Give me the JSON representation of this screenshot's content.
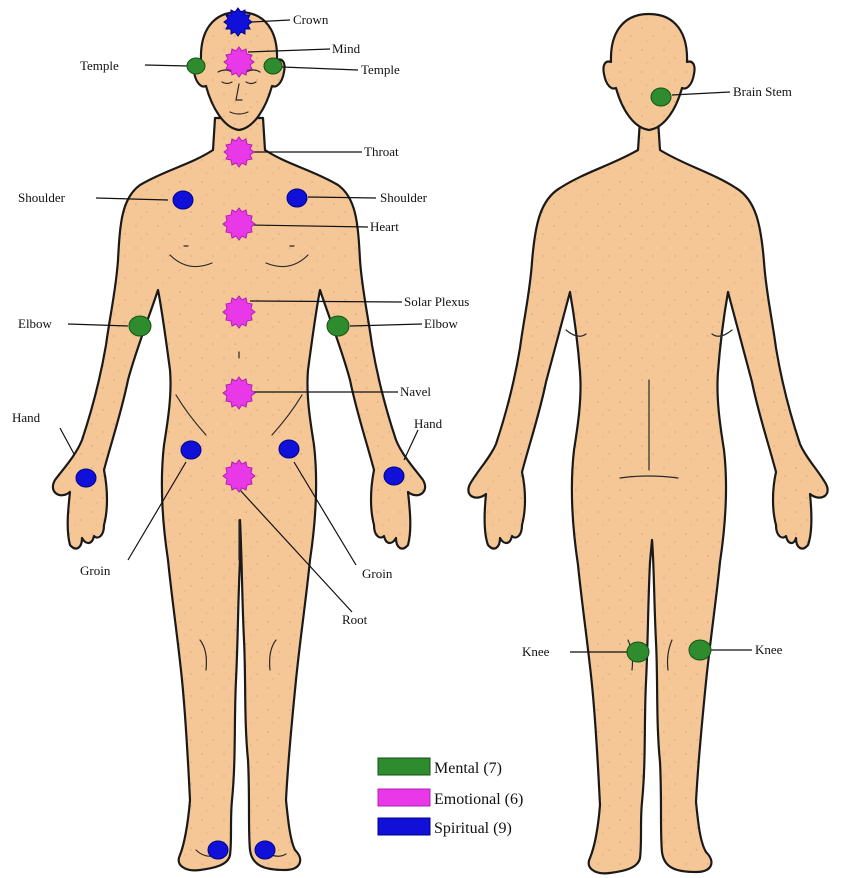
{
  "colors": {
    "mental": "#2e8b2e",
    "emotional": "#e838e8",
    "spiritual": "#1010d8",
    "skin": "#f6c796",
    "outline": "#1a1a1a"
  },
  "front_labels": {
    "crown": "Crown",
    "mind": "Mind",
    "temple_left": "Temple",
    "temple_right": "Temple",
    "throat": "Throat",
    "shoulder_left": "Shoulder",
    "shoulder_right": "Shoulder",
    "heart": "Heart",
    "solar_plexus": "Solar Plexus",
    "elbow_left": "Elbow",
    "elbow_right": "Elbow",
    "navel": "Navel",
    "hand_left": "Hand",
    "hand_right": "Hand",
    "groin_left": "Groin",
    "groin_right": "Groin",
    "root": "Root"
  },
  "back_labels": {
    "brain_stem": "Brain Stem",
    "knee_left": "Knee",
    "knee_right": "Knee"
  },
  "legend": [
    {
      "label": "Mental (7)",
      "type": "mental"
    },
    {
      "label": "Emotional (6)",
      "type": "emotional"
    },
    {
      "label": "Spiritual (9)",
      "type": "spiritual"
    }
  ]
}
